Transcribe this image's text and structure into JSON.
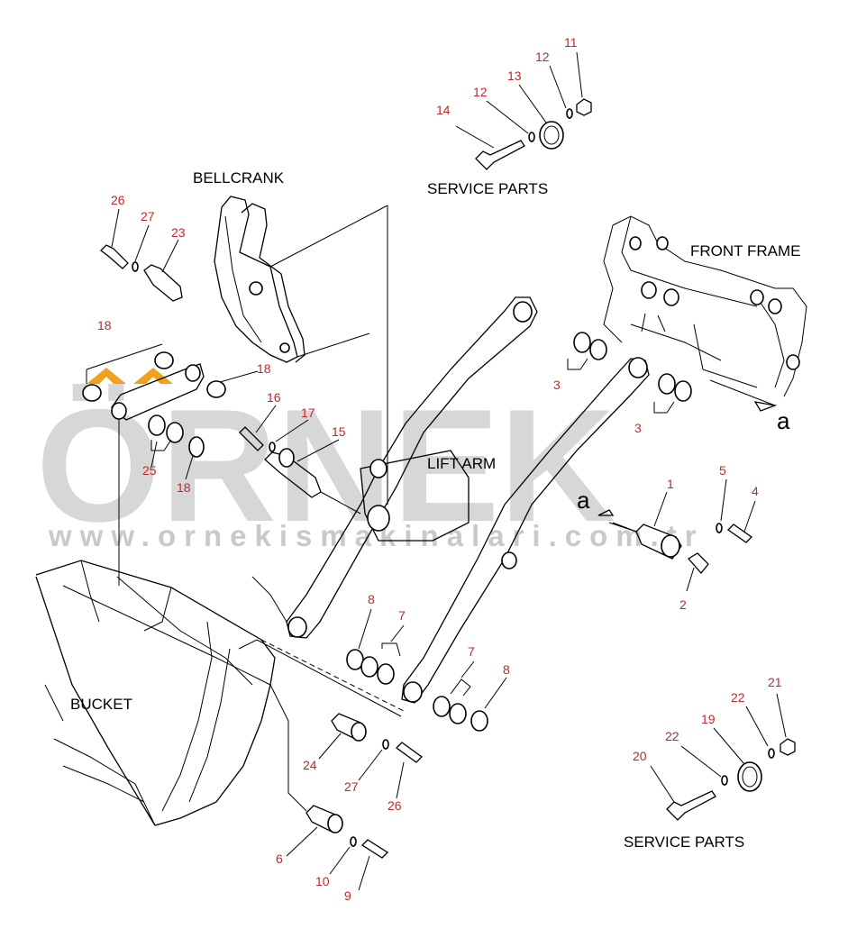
{
  "watermark": {
    "brand": "ÖRNEK",
    "url": "www.ornekismakinalari.com.tr",
    "accent_color": "#f0a21c"
  },
  "labels": {
    "bellcrank": "BELLCRANK",
    "service_parts_top": "SERVICE PARTS",
    "front_frame": "FRONT FRAME",
    "lift_arm": "LIFT ARM",
    "bucket": "BUCKET",
    "service_parts_bottom": "SERVICE PARTS",
    "view_a_right": "a",
    "view_a_mid": "a"
  },
  "part_numbers": {
    "p11": "11",
    "p12a": "12",
    "p13": "13",
    "p12b": "12",
    "p14": "14",
    "p26a": "26",
    "p27a": "27",
    "p23": "23",
    "p18a": "18",
    "p18b": "18",
    "p16": "16",
    "p17": "17",
    "p15": "15",
    "p25": "25",
    "p18c": "18",
    "p3a": "3",
    "p3b": "3",
    "p1": "1",
    "p5": "5",
    "p4": "4",
    "p2": "2",
    "p8a": "8",
    "p7a": "7",
    "p7b": "7",
    "p8b": "8",
    "p21": "21",
    "p22a": "22",
    "p19": "19",
    "p22b": "22",
    "p20": "20",
    "p24": "24",
    "p27b": "27",
    "p26b": "26",
    "p6": "6",
    "p10": "10",
    "p9": "9"
  },
  "colors": {
    "part_number": "#c0282a",
    "line": "#000000",
    "watermark": "#d7d7d7"
  }
}
